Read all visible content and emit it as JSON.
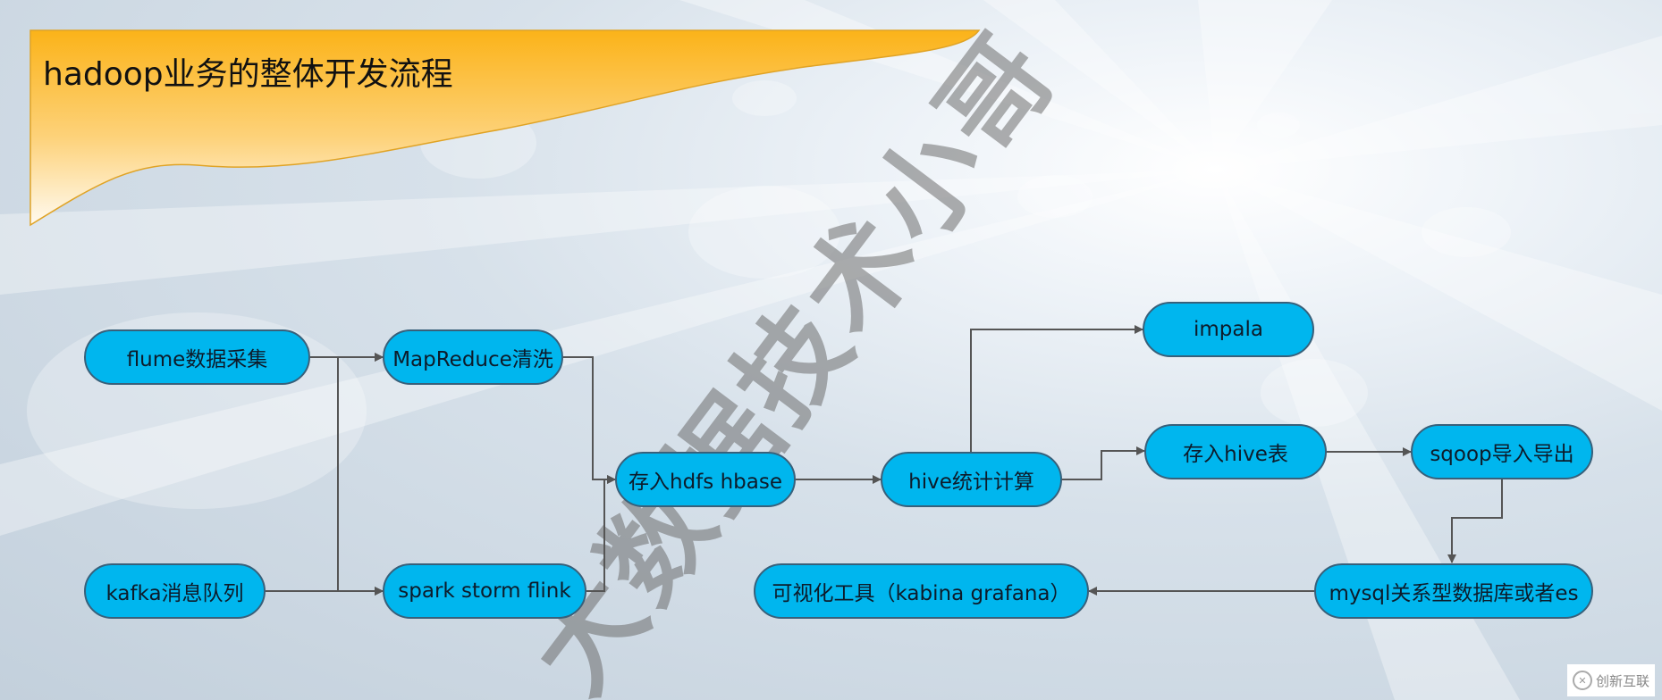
{
  "title": "hadoop业务的整体开发流程",
  "watermark": "大数据技术小哥",
  "logo_text": "创新互联",
  "colors": {
    "node_fill": "#00b6ee",
    "node_border": "#38607a",
    "edge": "#555555",
    "banner_top": "#fbb319"
  },
  "nodes": {
    "flume": "flume数据采集",
    "kafka": "kafka消息队列",
    "mapreduce": "MapReduce清洗",
    "spark": "spark storm flink",
    "hdfs": "存入hdfs hbase",
    "hive_calc": "hive统计计算",
    "impala": "impala",
    "hive_table": "存入hive表",
    "sqoop": "sqoop导入导出",
    "mysql": "mysql关系型数据库或者es",
    "visual": "可视化工具（kabina grafana）"
  },
  "edges": [
    [
      "flume",
      "mapreduce"
    ],
    [
      "flume",
      "spark"
    ],
    [
      "kafka",
      "mapreduce"
    ],
    [
      "kafka",
      "spark"
    ],
    [
      "mapreduce",
      "hdfs"
    ],
    [
      "spark",
      "hdfs"
    ],
    [
      "hdfs",
      "hive_calc"
    ],
    [
      "hive_calc",
      "impala"
    ],
    [
      "hive_calc",
      "hive_table"
    ],
    [
      "hive_table",
      "sqoop"
    ],
    [
      "sqoop",
      "mysql"
    ],
    [
      "mysql",
      "visual"
    ]
  ]
}
